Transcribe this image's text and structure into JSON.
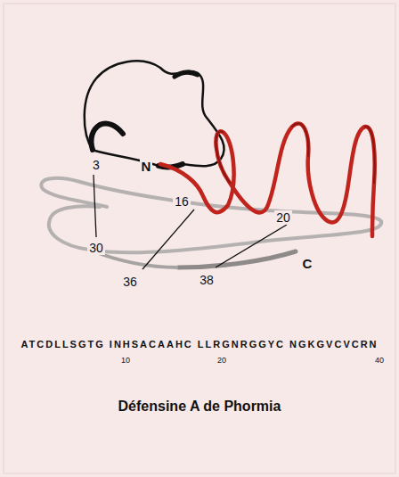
{
  "diagram": {
    "caption": "Défensine A de Phormia",
    "labels": [
      "3",
      "N",
      "30",
      "16",
      "20",
      "36",
      "38",
      "C",
      "ATCDLLSGTG INHSACAAHC LLRGNRGGYC NGKGVCVCRN",
      "10",
      "20",
      "40"
    ]
  }
}
